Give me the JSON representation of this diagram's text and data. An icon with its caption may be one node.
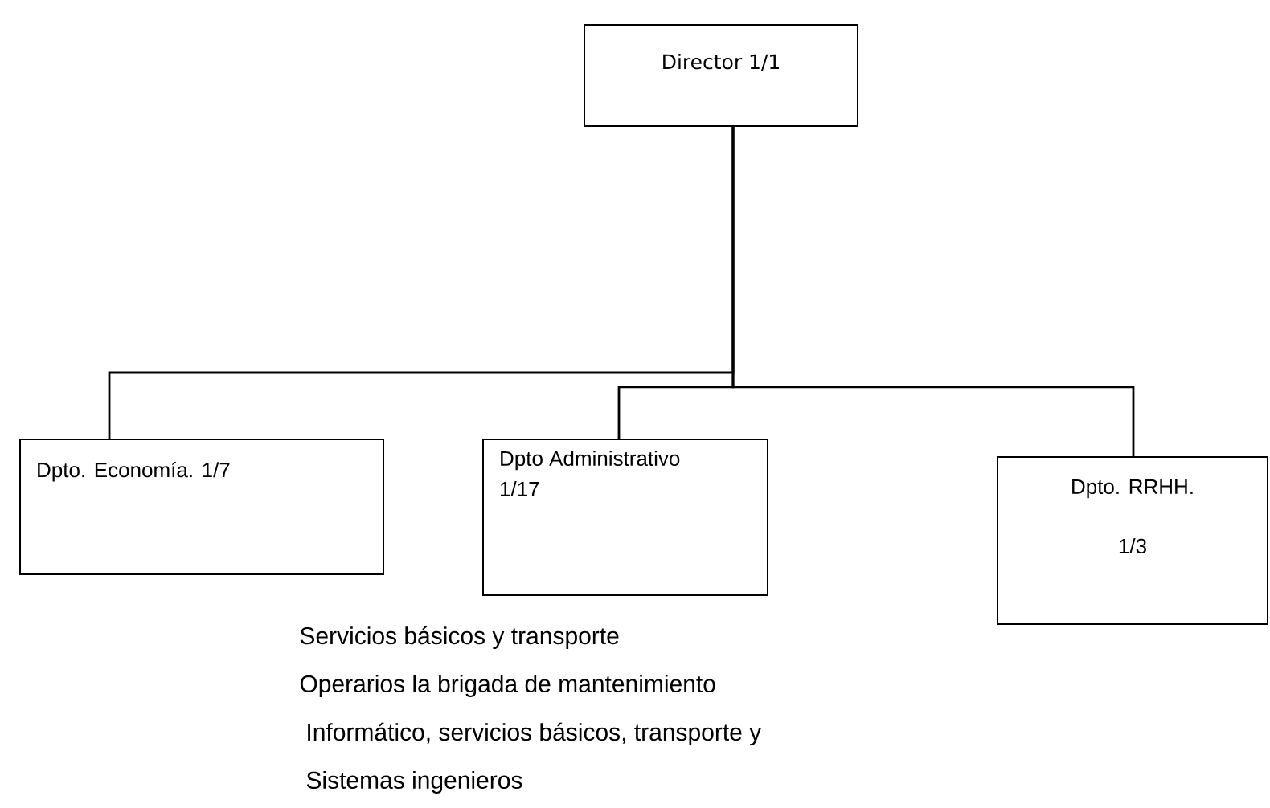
{
  "diagram": {
    "nodes": [
      {
        "text": [
          "Director 1/1"
        ]
      },
      {
        "text": [
          "Dpto. Economía. 1/7"
        ]
      },
      {
        "text": [
          "Dpto Administrativo",
          "1/17"
        ]
      },
      {
        "text": [
          "Dpto. RRHH.",
          "1/3"
        ]
      }
    ],
    "edges": [
      {
        "from": 0,
        "to": 1,
        "arrow": "none"
      },
      {
        "from": 0,
        "to": 2,
        "arrow": "none"
      },
      {
        "from": 0,
        "to": 3,
        "arrow": "none"
      }
    ],
    "labels": [
      "Servicios básicos y transporte",
      "Operarios la brigada de mantenimiento",
      "Informático, servicios básicos, transporte y",
      "Sistemas ingenieros"
    ]
  }
}
